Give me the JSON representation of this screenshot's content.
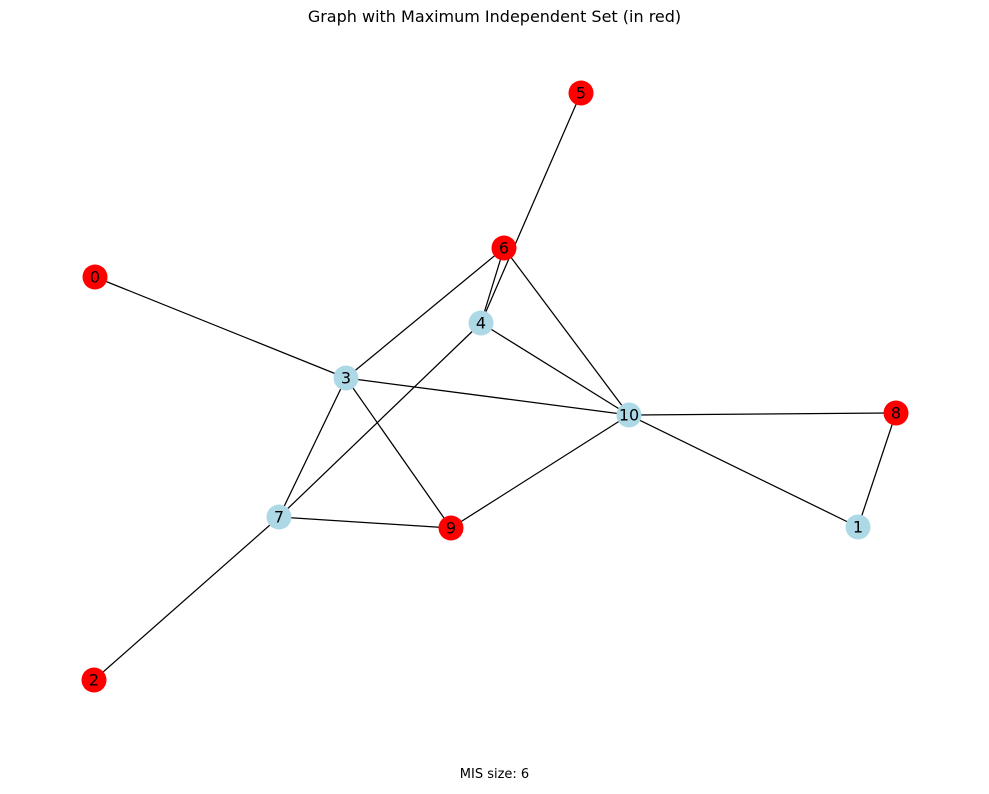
{
  "title": "Graph with Maximum Independent Set (in red)",
  "footer": "MIS size: 6",
  "colors": {
    "in_set": "#ff0000",
    "not_in_set": "#add8e6",
    "edge": "#000000"
  },
  "graph": {
    "nodes": [
      {
        "id": "0",
        "in_set": true
      },
      {
        "id": "1",
        "in_set": false
      },
      {
        "id": "2",
        "in_set": true
      },
      {
        "id": "3",
        "in_set": false
      },
      {
        "id": "4",
        "in_set": false
      },
      {
        "id": "5",
        "in_set": true
      },
      {
        "id": "6",
        "in_set": true
      },
      {
        "id": "7",
        "in_set": false
      },
      {
        "id": "8",
        "in_set": true
      },
      {
        "id": "9",
        "in_set": true
      },
      {
        "id": "10",
        "in_set": false
      }
    ],
    "edges": [
      [
        "0",
        "3"
      ],
      [
        "3",
        "6"
      ],
      [
        "3",
        "10"
      ],
      [
        "3",
        "7"
      ],
      [
        "3",
        "9"
      ],
      [
        "6",
        "4"
      ],
      [
        "6",
        "10"
      ],
      [
        "5",
        "4"
      ],
      [
        "4",
        "10"
      ],
      [
        "4",
        "7"
      ],
      [
        "7",
        "9"
      ],
      [
        "7",
        "2"
      ],
      [
        "9",
        "10"
      ],
      [
        "10",
        "8"
      ],
      [
        "10",
        "1"
      ],
      [
        "8",
        "1"
      ]
    ]
  }
}
